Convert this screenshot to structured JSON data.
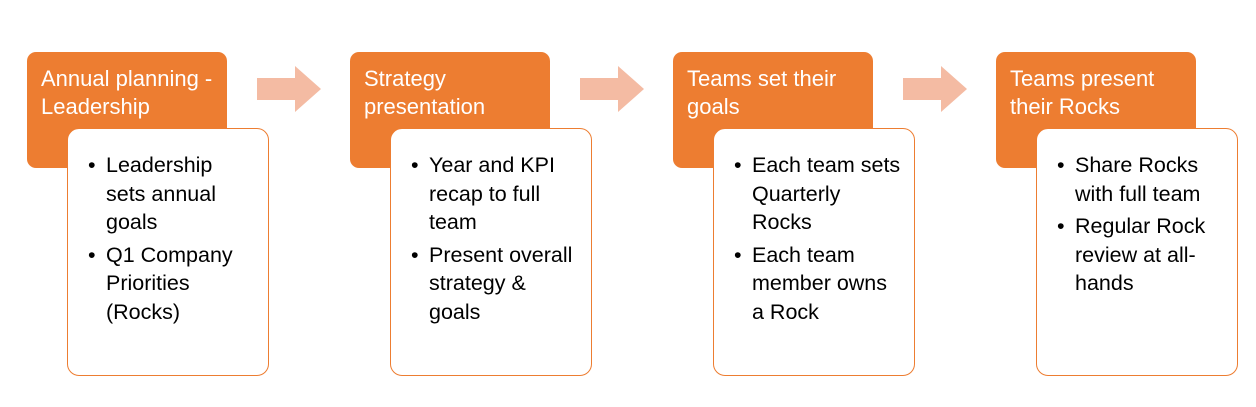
{
  "colors": {
    "header_fill": "#ed7d31",
    "card_border": "#ed7d31",
    "arrow_fill": "#f4bba3",
    "text_dark": "#000000",
    "text_light": "#ffffff"
  },
  "steps": [
    {
      "title": "Annual planning - Leadership",
      "items": [
        "Leadership sets annual goals",
        "Q1 Company Priorities (Rocks)"
      ]
    },
    {
      "title": "Strategy presentation",
      "items": [
        "Year and KPI recap to full team",
        "Present overall strategy & goals"
      ]
    },
    {
      "title": "Teams set their goals",
      "items": [
        "Each team sets Quarterly Rocks",
        "Each team member owns a Rock"
      ]
    },
    {
      "title": "Teams present their Rocks",
      "items": [
        "Share Rocks with full team",
        "Regular Rock review at all-hands"
      ]
    }
  ],
  "connectors": [
    {
      "icon": "right-arrow-icon"
    },
    {
      "icon": "right-arrow-icon"
    },
    {
      "icon": "right-arrow-icon"
    }
  ]
}
